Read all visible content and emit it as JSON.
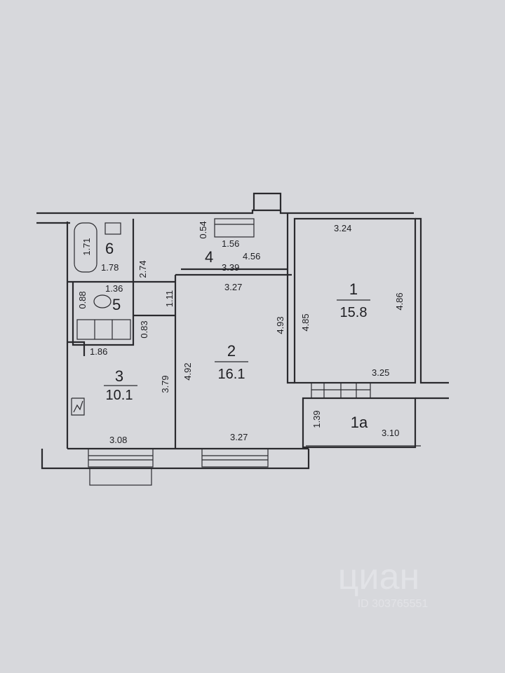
{
  "plan": {
    "rooms": [
      {
        "id": "1",
        "number": "1",
        "area": "15.8",
        "dims": [
          "3.24",
          "4.85",
          "4.86",
          "3.25"
        ]
      },
      {
        "id": "1a",
        "number": "1a",
        "dims": [
          "1.39",
          "3.10"
        ]
      },
      {
        "id": "2",
        "number": "2",
        "area": "16.1",
        "dims": [
          "3.27",
          "4.92",
          "4.93",
          "3.27"
        ]
      },
      {
        "id": "3",
        "number": "3",
        "area": "10.1",
        "dims": [
          "1.86",
          "3.79",
          "3.08"
        ]
      },
      {
        "id": "4",
        "number": "4",
        "dims": [
          "0.54",
          "1.56",
          "4.56",
          "3.39",
          "2.74",
          "1.11"
        ]
      },
      {
        "id": "5",
        "number": "5",
        "dims": [
          "1.36",
          "0.88",
          "0.83"
        ]
      },
      {
        "id": "6",
        "number": "6",
        "dims": [
          "1.71",
          "1.78"
        ]
      }
    ]
  },
  "watermark": {
    "brand": "циан",
    "id": "ID 303765551"
  },
  "colors": {
    "paper": "#d7d8dc",
    "ink": "#2a2a2e"
  }
}
